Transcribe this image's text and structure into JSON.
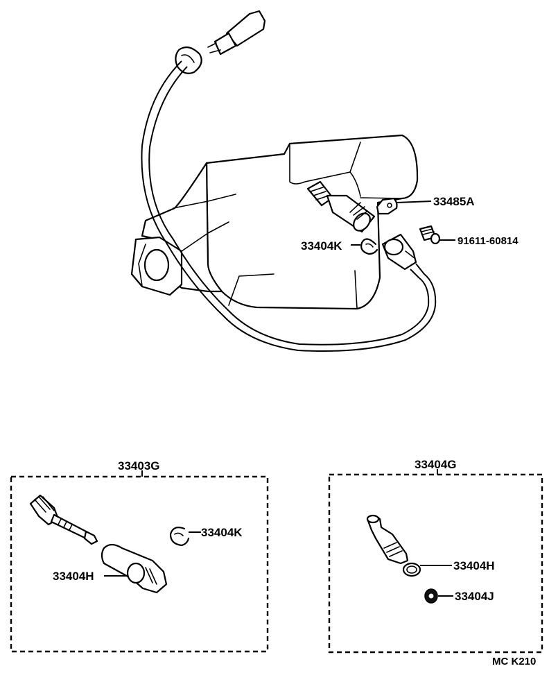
{
  "parts": {
    "label_33485A": "33485A",
    "label_91611_60814": "91611-60814",
    "label_33404K_main": "33404K",
    "label_33404K_kit": "33404K",
    "label_33404H_left": "33404H",
    "label_33404H_right": "33404H",
    "label_33404J": "33404J"
  },
  "kits": {
    "left_title": "33403G",
    "right_title": "33404G"
  },
  "footer": {
    "code": "MC  K210"
  }
}
